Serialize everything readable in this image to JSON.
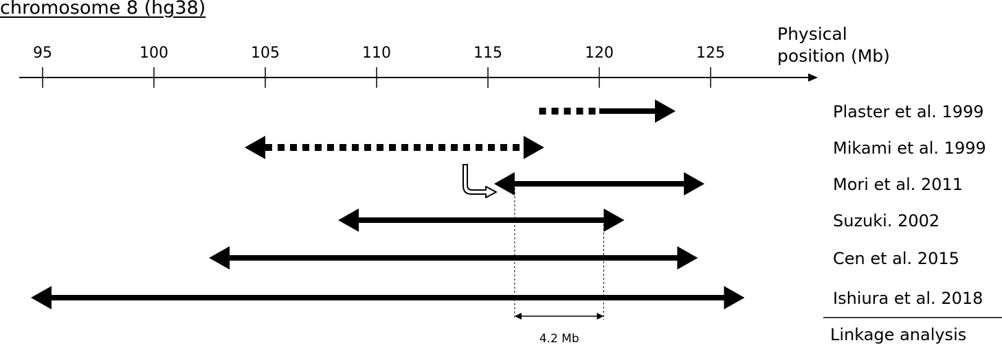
{
  "title": "chromosome 8 (hg38)",
  "axis": {
    "label_line1": "Physical",
    "label_line2": "position (Mb)",
    "ticks": [
      95,
      100,
      105,
      110,
      115,
      120,
      125
    ]
  },
  "chart_data": {
    "type": "interval",
    "title": "chromosome 8 (hg38)",
    "xlabel": "Physical position (Mb)",
    "xlim": [
      93,
      130
    ],
    "intervals": [
      {
        "label": "Plaster et al. 1999",
        "dotted": [
          117.3,
          120
        ],
        "solid": [
          120,
          122.5
        ],
        "left_arrow": false,
        "right_arrow": true
      },
      {
        "label": "Mikami et al. 1999",
        "dotted": [
          105,
          116.6
        ],
        "solid": null,
        "left_arrow": true,
        "right_arrow": true
      },
      {
        "label": "Mori et al. 2011",
        "dotted": null,
        "solid": [
          116.2,
          123.8
        ],
        "left_arrow": true,
        "right_arrow": true
      },
      {
        "label": "Suzuki. 2002",
        "dotted": null,
        "solid": [
          109.2,
          120.2
        ],
        "left_arrow": true,
        "right_arrow": true
      },
      {
        "label": "Cen et al. 2015",
        "dotted": null,
        "solid": [
          103.4,
          123.5
        ],
        "left_arrow": true,
        "right_arrow": true
      },
      {
        "label": "Ishiura et al. 2018",
        "dotted": null,
        "solid": [
          95.4,
          125.6
        ],
        "left_arrow": true,
        "right_arrow": true
      }
    ],
    "region": {
      "start": 116.2,
      "end": 120.2,
      "label": "4.2 Mb"
    },
    "footer": "Linkage analysis"
  }
}
